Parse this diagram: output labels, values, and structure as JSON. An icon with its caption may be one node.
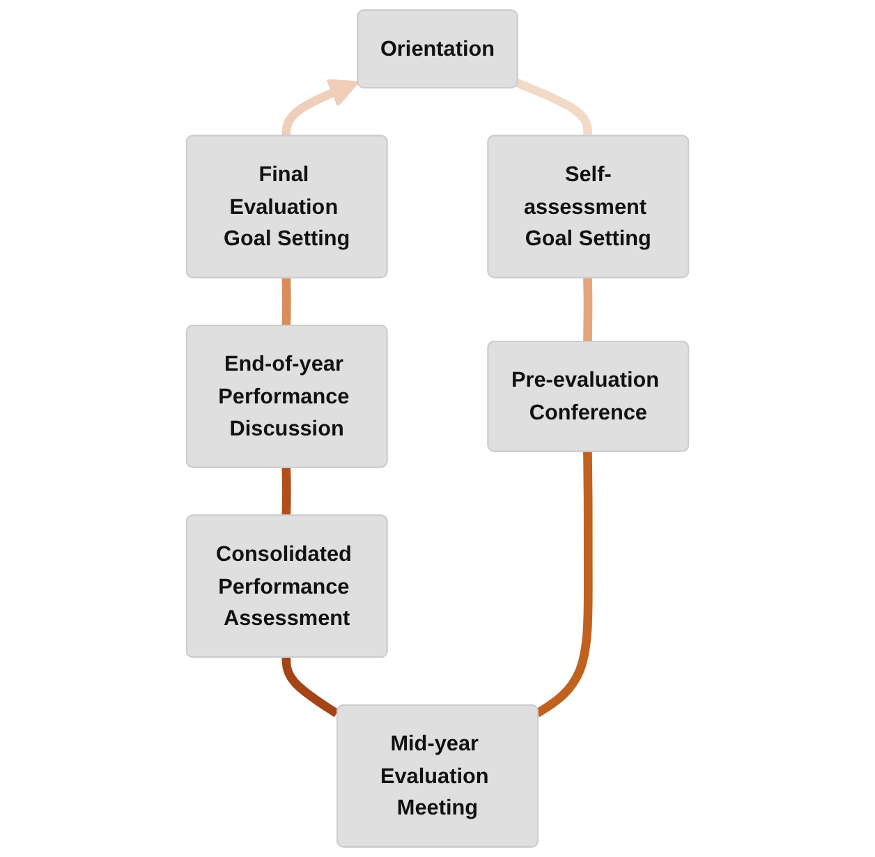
{
  "diagram": {
    "nodes": [
      {
        "text": [
          "Orientation"
        ]
      },
      {
        "text": [
          "Self-assessment Goal Setting"
        ]
      },
      {
        "text": [
          "Pre-evaluation Conference"
        ]
      },
      {
        "text": [
          "Mid-year Evaluation Meeting"
        ]
      },
      {
        "text": [
          "Consolidated Performance Assessment"
        ]
      },
      {
        "text": [
          "End-of-year Performance Discussion"
        ]
      },
      {
        "text": [
          "Final Evaluation Goal Setting"
        ]
      }
    ],
    "edges": [
      {
        "from": 0,
        "to": 1,
        "arrow": "none",
        "color": "#f2dac9"
      },
      {
        "from": 1,
        "to": 2,
        "arrow": "none",
        "color": "#e3a57c"
      },
      {
        "from": 2,
        "to": 3,
        "arrow": "none",
        "color": "#c0611f"
      },
      {
        "from": 3,
        "to": 4,
        "arrow": "none",
        "color": "#a34516"
      },
      {
        "from": 4,
        "to": 5,
        "arrow": "none",
        "color": "#b04e1c"
      },
      {
        "from": 5,
        "to": 6,
        "arrow": "none",
        "color": "#d88e5c"
      },
      {
        "from": 6,
        "to": 0,
        "arrow": "to",
        "color": "#efcfb9"
      }
    ]
  }
}
